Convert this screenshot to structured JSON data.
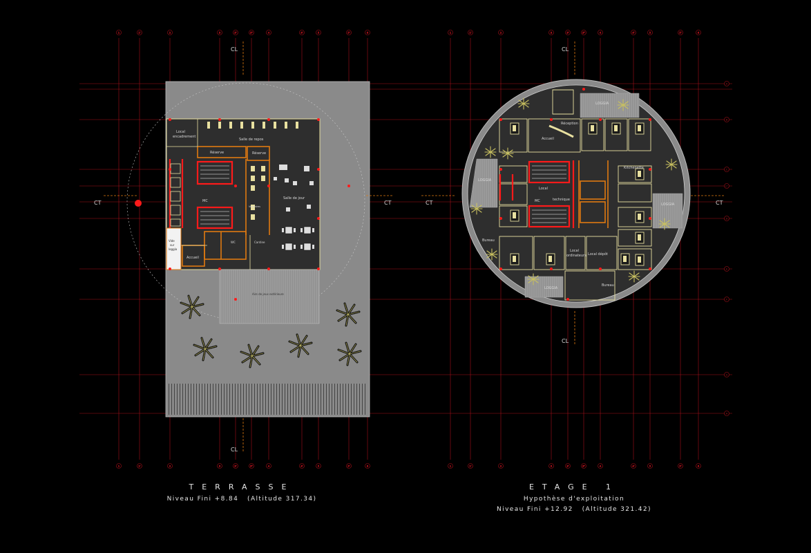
{
  "colors": {
    "background": "#000000",
    "grid": "#b3121b",
    "plan_gray": "#8a8a8a",
    "floor_dark": "#2e2e2e",
    "wall_red": "#ff1a1a",
    "wall_orange": "#e07a10",
    "furniture": "#e8e0a0",
    "text": "#e6e6e6"
  },
  "grid_axes": {
    "columns": [
      "1",
      "1'",
      "2",
      "3",
      "3'",
      "3\"",
      "4",
      "4'",
      "5",
      "5'",
      "6"
    ],
    "rows_right": [
      "A",
      "B",
      "C",
      "C'",
      "D",
      "E",
      "F",
      "G",
      "H"
    ]
  },
  "section_marks": {
    "cl": "CL",
    "ct": "CT"
  },
  "terrasse": {
    "title": "TERRASSE",
    "level": "Niveau Fini +8.84",
    "altitude": "(Altitude 317.34)",
    "rooms": {
      "local_encadrement_1": "Local",
      "local_encadrement_2": "encadrement",
      "salle_repos": "Salle de repos",
      "reserve_1": "Réserve",
      "reserve_2": "Réserve",
      "salle_jour": "Salle de jour",
      "mc": "MC",
      "vestiaires": "Vestiaires",
      "wc": "WC",
      "cantine": "Cantine",
      "vide_1": "Vide",
      "vide_2": "sur",
      "vide_3": "loggia",
      "accueil": "Accueil",
      "aire_jeux": "Aire de jeux extérieure"
    }
  },
  "etage1": {
    "title": "ETAGE 1",
    "subtitle": "Hypothèse d'exploitation",
    "level": "Niveau Fini +12.92",
    "altitude": "(Altitude 321.42)",
    "rooms": {
      "loggia_top": "LOGGIA",
      "reception": "Réception",
      "accueil": "Accueil",
      "kitchenette": "Kitchenette",
      "loggia_left": "LOGGIA",
      "local": "Local",
      "technique": "technique",
      "mc": "MC",
      "loggia_right": "LOGGIA",
      "bureau_left": "Bureau",
      "local_ordi_1": "Local",
      "local_ordi_2": "ordinateurs",
      "local_depot": "Local dépôt",
      "loggia_bottom": "LOGGIA",
      "bureau_bottom": "Bureau"
    }
  }
}
